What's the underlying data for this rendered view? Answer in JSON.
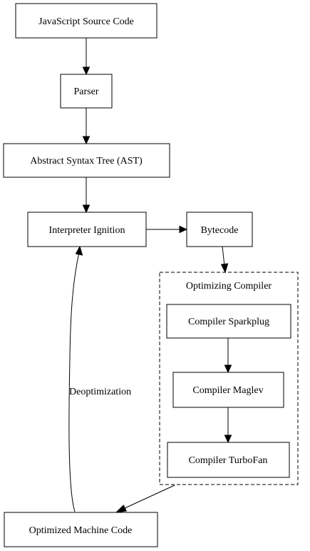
{
  "nodes": {
    "source": "JavaScript Source Code",
    "parser": "Parser",
    "ast": "Abstract Syntax Tree (AST)",
    "ignition": "Interpreter Ignition",
    "bytecode": "Bytecode",
    "sparkplug": "Compiler Sparkplug",
    "maglev": "Compiler Maglev",
    "turbofan": "Compiler TurboFan",
    "machine_code": "Optimized Machine Code"
  },
  "cluster": {
    "label": "Optimizing Compiler"
  },
  "edges": {
    "deopt_label": "Deoptimization"
  }
}
